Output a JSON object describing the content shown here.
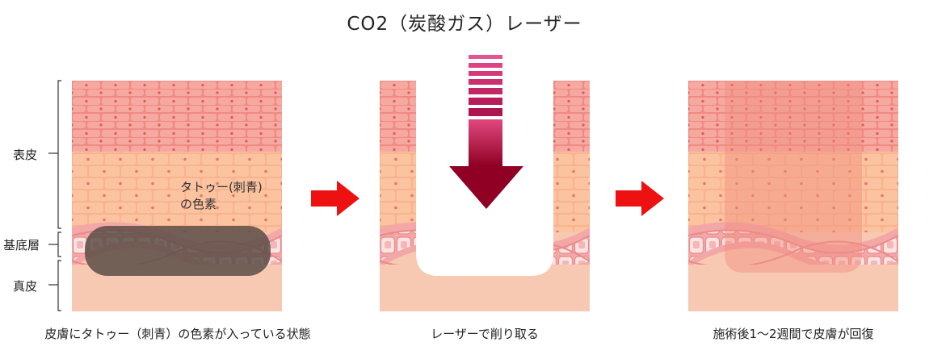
{
  "title": "CO2（炭酸ガス）レーザー",
  "side_labels": {
    "epidermis": "表皮",
    "basal_layer": "基底層",
    "dermis": "真皮"
  },
  "panel1": {
    "tattoo_label_line1": "タトゥー(刺青)",
    "tattoo_label_line2": "の色素",
    "caption": "皮膚にタトゥー（刺青）の色素が入っている状態"
  },
  "panel2": {
    "caption": "レーザーで削り取る"
  },
  "panel3": {
    "caption": "施術後1～2週間で皮膚が回復"
  },
  "colors": {
    "skin_top": "#f08b83",
    "skin_mid": "#f7b48e",
    "skin_basal": "#f3a7a6",
    "dermis": "#f8c9b2",
    "tattoo": "#5a4d47",
    "arrow_red": "#ee1111",
    "laser_top": "#e0487f",
    "laser_bottom": "#8f0024"
  }
}
